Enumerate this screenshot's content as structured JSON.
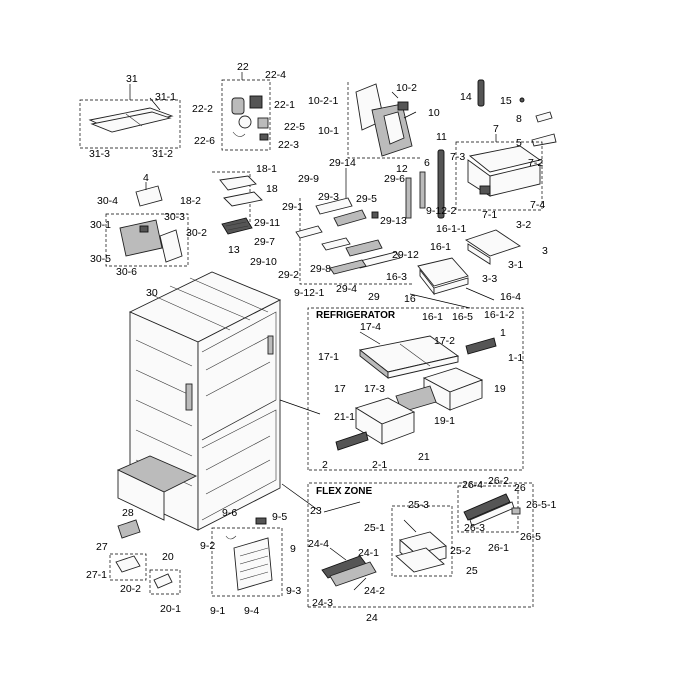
{
  "sections": {
    "refrigerator": "REFRIGERATOR",
    "flex_zone": "FLEX ZONE"
  },
  "callouts": {
    "c31": "31",
    "c31_1": "31-1",
    "c31_2": "31-2",
    "c31_3": "31-3",
    "c22": "22",
    "c22_4": "22-4",
    "c22_2": "22-2",
    "c22_1": "22-1",
    "c22_5": "22-5",
    "c22_6": "22-6",
    "c22_3": "22-3",
    "c10_2": "10-2",
    "c10_2_1": "10-2-1",
    "c10": "10",
    "c10_1": "10-1",
    "c14": "14",
    "c15": "15",
    "c8": "8",
    "c5": "5",
    "c7": "7",
    "c7_3": "7-3",
    "c7_2": "7-2",
    "c7_4": "7-4",
    "c7_1": "7-1",
    "c11": "11",
    "c6": "6",
    "c12": "12",
    "c29_14": "29-14",
    "c29_9": "29-9",
    "c29_3": "29-3",
    "c29_6": "29-6",
    "c29_5": "29-5",
    "c29_1": "29-1",
    "c29_11": "29-11",
    "c29_13": "29-13",
    "c29_7": "29-7",
    "c29_10": "29-10",
    "c29_2": "29-2",
    "c29_8": "29-8",
    "c29_12": "29-12",
    "c29_4": "29-4",
    "c29": "29",
    "c9_12_2": "9-12-2",
    "c9_12_1": "9-12-1",
    "c18_1": "18-1",
    "c18": "18",
    "c18_2": "18-2",
    "c13": "13",
    "c4": "4",
    "c30_4": "30-4",
    "c30_1": "30-1",
    "c30_3": "30-3",
    "c30_2": "30-2",
    "c30_5": "30-5",
    "c30_6": "30-6",
    "c30": "30",
    "c16_1_1": "16-1-1",
    "c16_1": "16-1",
    "c3_2": "3-2",
    "c3": "3",
    "c3_1": "3-1",
    "c3_3": "3-3",
    "c16_3": "16-3",
    "c16": "16",
    "c16_4": "16-4",
    "c16_1b": "16-1",
    "c16_5": "16-5",
    "c16_1_2": "16-1-2",
    "c17_4": "17-4",
    "c17_2": "17-2",
    "c17_1": "17-1",
    "c17": "17",
    "c17_3": "17-3",
    "c1": "1",
    "c1_1": "1-1",
    "c19": "19",
    "c19_1": "19-1",
    "c21_1": "21-1",
    "c21": "21",
    "c2": "2",
    "c2_1": "2-1",
    "c26_4": "26-4",
    "c26_2": "26-2",
    "c26": "26",
    "c26_5_1": "26-5-1",
    "c26_3": "26-3",
    "c26_5": "26-5",
    "c26_1": "26-1",
    "c25_3": "25-3",
    "c25_1": "25-1",
    "c25_2": "25-2",
    "c25": "25",
    "c23": "23",
    "c24_4": "24-4",
    "c24_1": "24-1",
    "c24_2": "24-2",
    "c24_3": "24-3",
    "c24": "24",
    "c28": "28",
    "c27": "27",
    "c27_1": "27-1",
    "c20": "20",
    "c20_2": "20-2",
    "c20_1": "20-1",
    "c9_6": "9-6",
    "c9_5": "9-5",
    "c9_2": "9-2",
    "c9": "9",
    "c9_3": "9-3",
    "c9_1": "9-1",
    "c9_4": "9-4"
  }
}
